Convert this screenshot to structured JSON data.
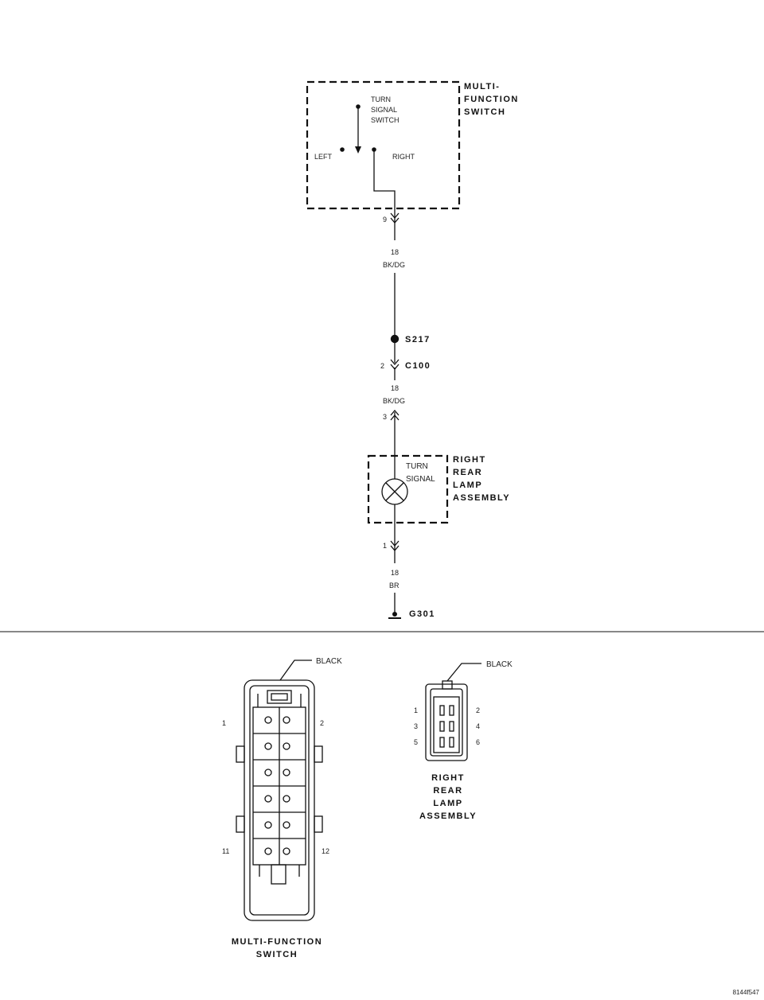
{
  "schematic": {
    "mfs_title": [
      "MULTI-",
      "FUNCTION",
      "SWITCH"
    ],
    "turn_signal_switch": [
      "TURN",
      "SIGNAL",
      "SWITCH"
    ],
    "left": "LEFT",
    "right": "RIGHT",
    "pin_top": "9",
    "wire1_gauge": "18",
    "wire1_color": "BK/DG",
    "splice": "S217",
    "c100_pin": "2",
    "c100": "C100",
    "wire2_gauge": "18",
    "wire2_color": "BK/DG",
    "pin_3": "3",
    "lamp_label": [
      "TURN",
      "SIGNAL"
    ],
    "lamp_title": [
      "RIGHT",
      "REAR",
      "LAMP",
      "ASSEMBLY"
    ],
    "pin_1": "1",
    "wire3_gauge": "18",
    "wire3_color": "BR",
    "ground": "G301"
  },
  "connectors": {
    "mfs_callout": "BLACK",
    "mfs_pins": [
      "1",
      "2",
      "11",
      "12"
    ],
    "mfs_title": [
      "MULTI-FUNCTION",
      "SWITCH"
    ],
    "lamp_callout": "BLACK",
    "lamp_pins": [
      "1",
      "2",
      "3",
      "4",
      "5",
      "6"
    ],
    "lamp_title": [
      "RIGHT",
      "REAR",
      "LAMP",
      "ASSEMBLY"
    ]
  },
  "figure_id": "8144f547"
}
